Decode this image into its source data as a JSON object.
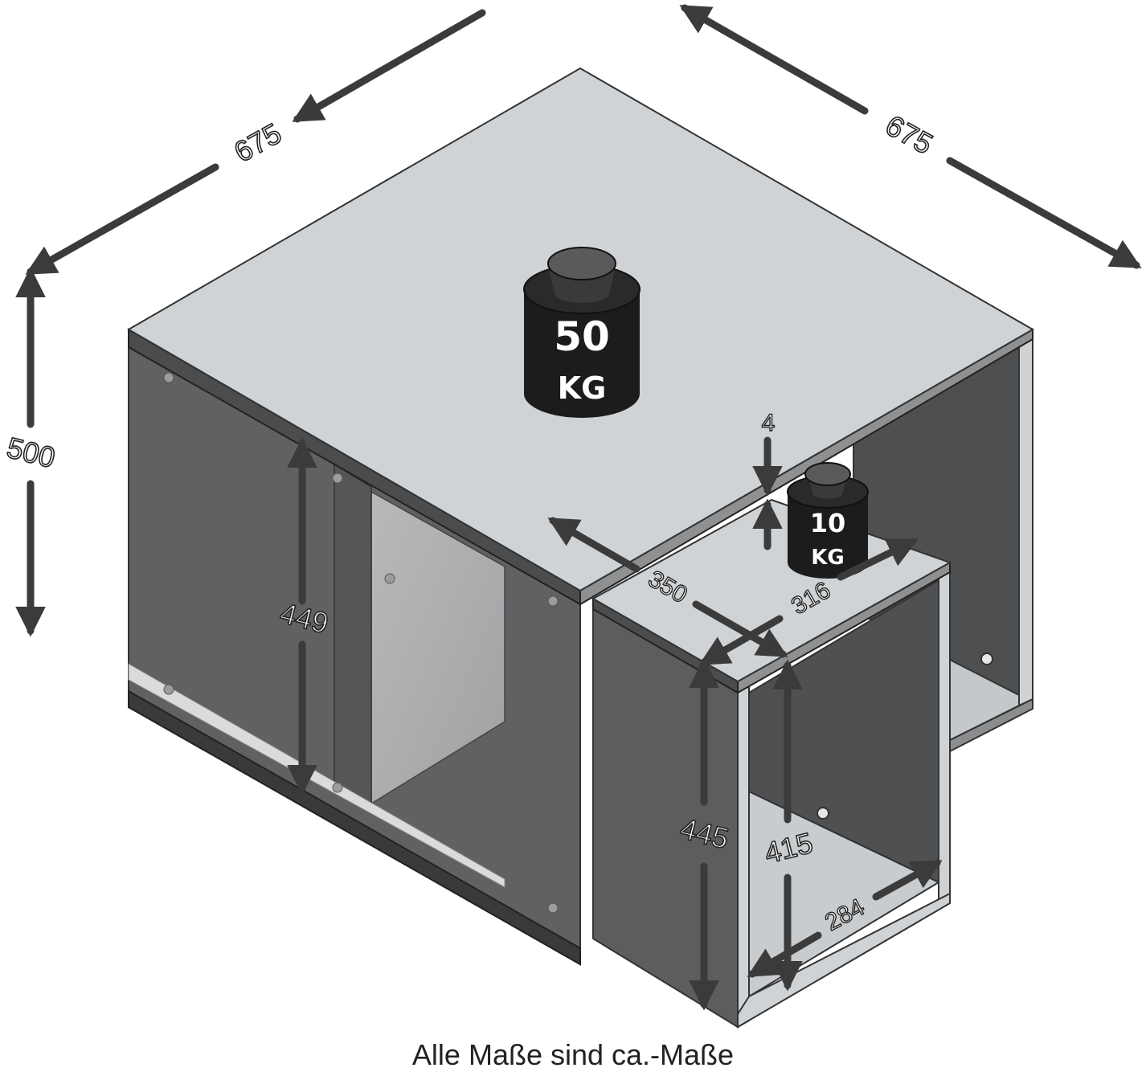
{
  "dimensions": {
    "width_left": "675",
    "width_right": "675",
    "height_total": "500",
    "inner_height_main": "449",
    "side_depth": "350",
    "side_width": "316",
    "top_thickness": "4",
    "side_height": "445",
    "side_inner_height": "415",
    "side_inner_width": "284"
  },
  "weights": {
    "main": {
      "value": "50",
      "unit": "KG"
    },
    "side": {
      "value": "10",
      "unit": "KG"
    }
  },
  "caption": "Alle Maße sind ca.-Maße",
  "colors": {
    "top": "#cfd3d6",
    "panel": "#5f6163",
    "panel_dark": "#4b4d4f",
    "edge": "#3a3a3a",
    "weight": "#1c1c1c",
    "arrow": "#3b3b3b"
  }
}
